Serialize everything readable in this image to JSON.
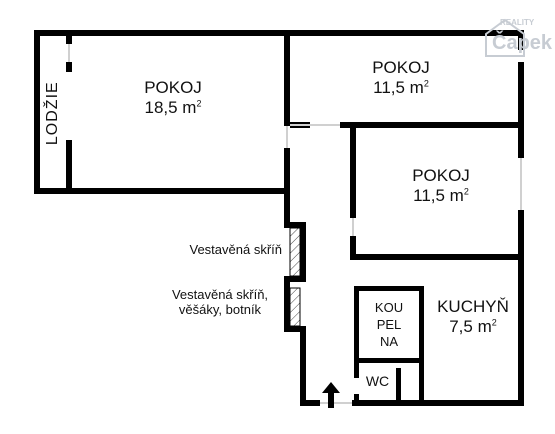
{
  "watermark": {
    "line1": "REALITY",
    "line2": "Čapek",
    "icon": "house-outline-icon"
  },
  "rooms": [
    {
      "id": "pokoj-1",
      "name": "POKOJ",
      "area": "18,5 m",
      "sup": "2"
    },
    {
      "id": "pokoj-2",
      "name": "POKOJ",
      "area": "11,5 m",
      "sup": "2"
    },
    {
      "id": "pokoj-3",
      "name": "POKOJ",
      "area": "11,5 m",
      "sup": "2"
    },
    {
      "id": "kuchyn",
      "name": "KUCHYŇ",
      "area": "7,5 m",
      "sup": "2"
    }
  ],
  "loggia": {
    "name": "LODŽIE"
  },
  "bathroom": {
    "lines": [
      "KOU",
      "PEL",
      "NA"
    ]
  },
  "wc": {
    "name": "WC"
  },
  "closets": [
    {
      "lines": [
        "Vestavěná skříň"
      ]
    },
    {
      "lines": [
        "Vestavěná skříň,",
        "věšáky, botník"
      ]
    }
  ],
  "entrance": {
    "icon": "entrance-arrow-icon"
  },
  "colors": {
    "wall": "#000000",
    "hatch": "#444444",
    "watermark": "#c7ccd3"
  }
}
